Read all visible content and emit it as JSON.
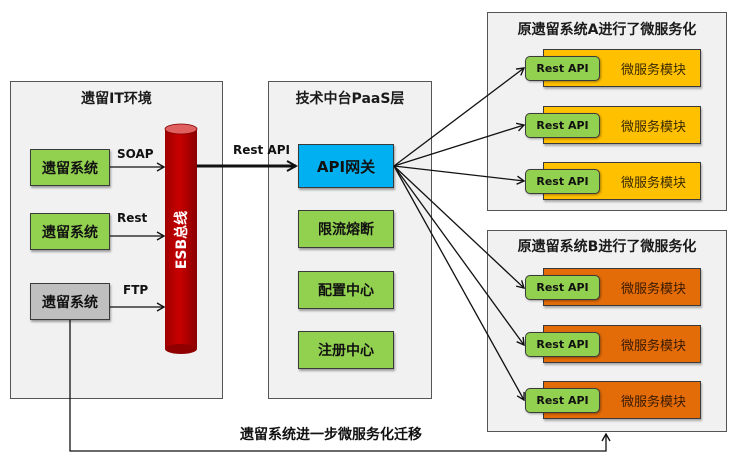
{
  "legacy_env": {
    "title": "遗留IT环境",
    "systems": [
      {
        "label": "遗留系统",
        "protocol": "SOAP",
        "state": "active"
      },
      {
        "label": "遗留系统",
        "protocol": "Rest",
        "state": "active"
      },
      {
        "label": "遗留系统",
        "protocol": "FTP",
        "state": "migrating"
      }
    ],
    "esb_label": "ESB总线"
  },
  "esb_to_gateway_label": "Rest API",
  "paas": {
    "title": "技术中台PaaS层",
    "gateway": "API网关",
    "components": [
      "限流熔断",
      "配置中心",
      "注册中心"
    ]
  },
  "system_a": {
    "title": "原遗留系统A进行了微服务化",
    "modules": [
      {
        "api": "Rest API",
        "name": "微服务模块"
      },
      {
        "api": "Rest API",
        "name": "微服务模块"
      },
      {
        "api": "Rest API",
        "name": "微服务模块"
      }
    ]
  },
  "system_b": {
    "title": "原遗留系统B进行了微服务化",
    "modules": [
      {
        "api": "Rest API",
        "name": "微服务模块"
      },
      {
        "api": "Rest API",
        "name": "微服务模块"
      },
      {
        "api": "Rest API",
        "name": "微服务模块"
      }
    ]
  },
  "migration_label": "遗留系统进一步微服务化迁移",
  "colors": {
    "legacy_system": "#92d050",
    "legacy_system_migrating": "#bfbfbf",
    "esb": "#c00000",
    "gateway": "#00b0f0",
    "module_a": "#ffc000",
    "module_b": "#e36c09",
    "panel": "#f1f1f1"
  }
}
